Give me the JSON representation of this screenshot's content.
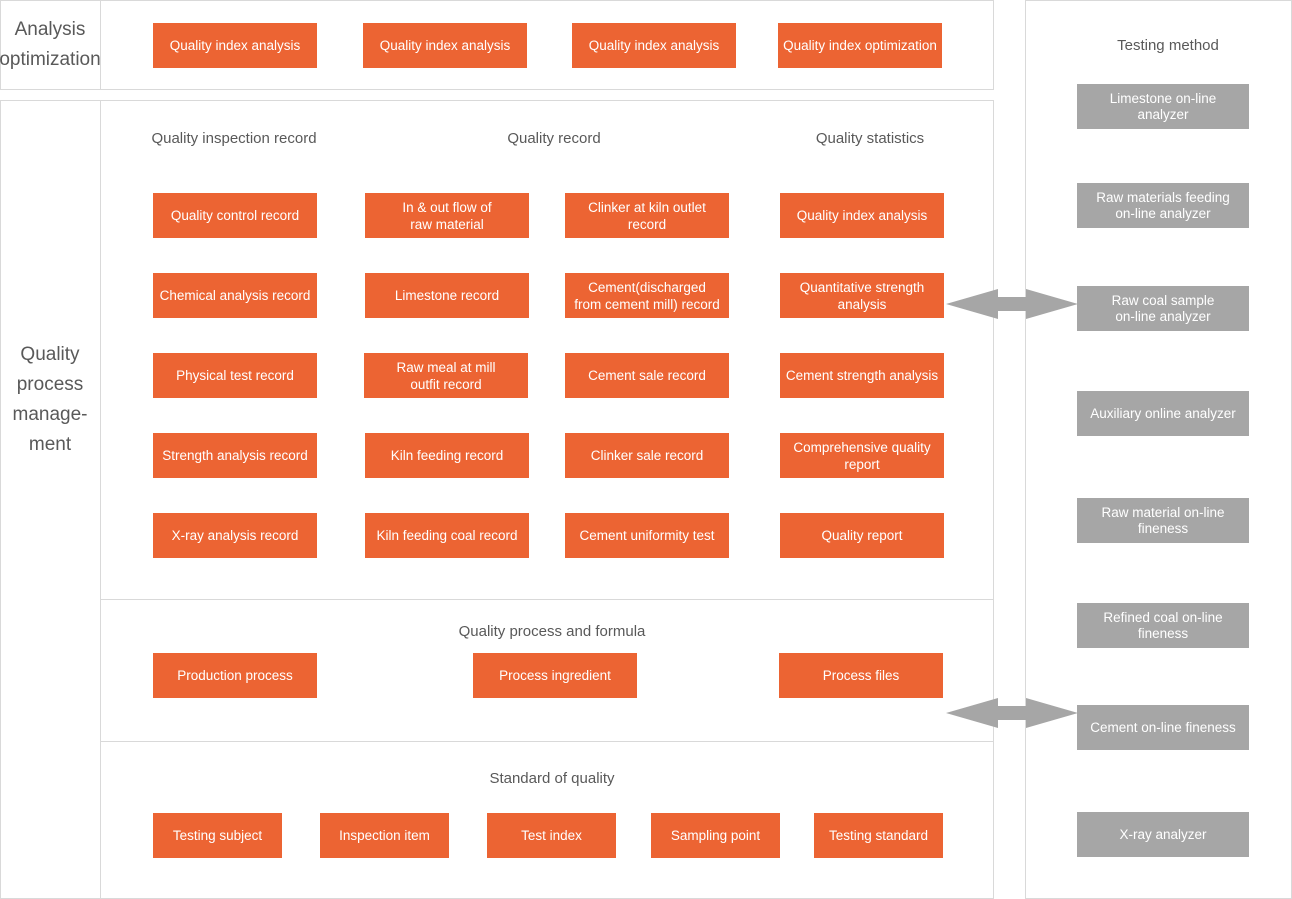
{
  "sections": {
    "analysis_optimization": "Analysis\noptimization",
    "quality_process_management": "Quality\nprocess\nmanage-\nment"
  },
  "analysis_boxes": [
    "Quality index analysis",
    "Quality index analysis",
    "Quality index analysis",
    "Quality index optimization"
  ],
  "column_headings": {
    "inspection": "Quality inspection record",
    "record": "Quality record",
    "statistics": "Quality statistics"
  },
  "inspection_records": [
    "Quality control record",
    "Chemical analysis record",
    "Physical test record",
    "Strength analysis record",
    "X-ray analysis record"
  ],
  "quality_records_left": [
    "In & out flow of\nraw material",
    "Limestone record",
    "Raw meal at mill\noutfit record",
    "Kiln feeding record",
    "Kiln feeding coal record"
  ],
  "quality_records_right": [
    "Clinker at kiln outlet\nrecord",
    "Cement(discharged\nfrom cement mill) record",
    "Cement sale record",
    "Clinker sale record",
    "Cement uniformity test"
  ],
  "statistics": [
    "Quality index analysis",
    "Quantitative strength\nanalysis",
    "Cement strength analysis",
    "Comprehensive quality\nreport",
    "Quality report"
  ],
  "process_formula": {
    "heading": "Quality process and formula",
    "items": [
      "Production process",
      "Process ingredient",
      "Process files"
    ]
  },
  "standard": {
    "heading": "Standard of quality",
    "items": [
      "Testing subject",
      "Inspection item",
      "Test index",
      "Sampling point",
      "Testing standard"
    ]
  },
  "testing_method": {
    "heading": "Testing method",
    "items": [
      "Limestone  on-line\nanalyzer",
      "Raw materials feeding\non-line analyzer",
      "Raw coal sample\non-line analyzer",
      "Auxiliary online analyzer",
      "Raw material on-line\nfineness",
      "Refined coal on-line\nfineness",
      "Cement on-line fineness",
      "X-ray analyzer"
    ]
  },
  "colors": {
    "orange": "#ec6433",
    "gray": "#a6a6a6",
    "border": "#d9d9d9",
    "text": "#595959"
  }
}
